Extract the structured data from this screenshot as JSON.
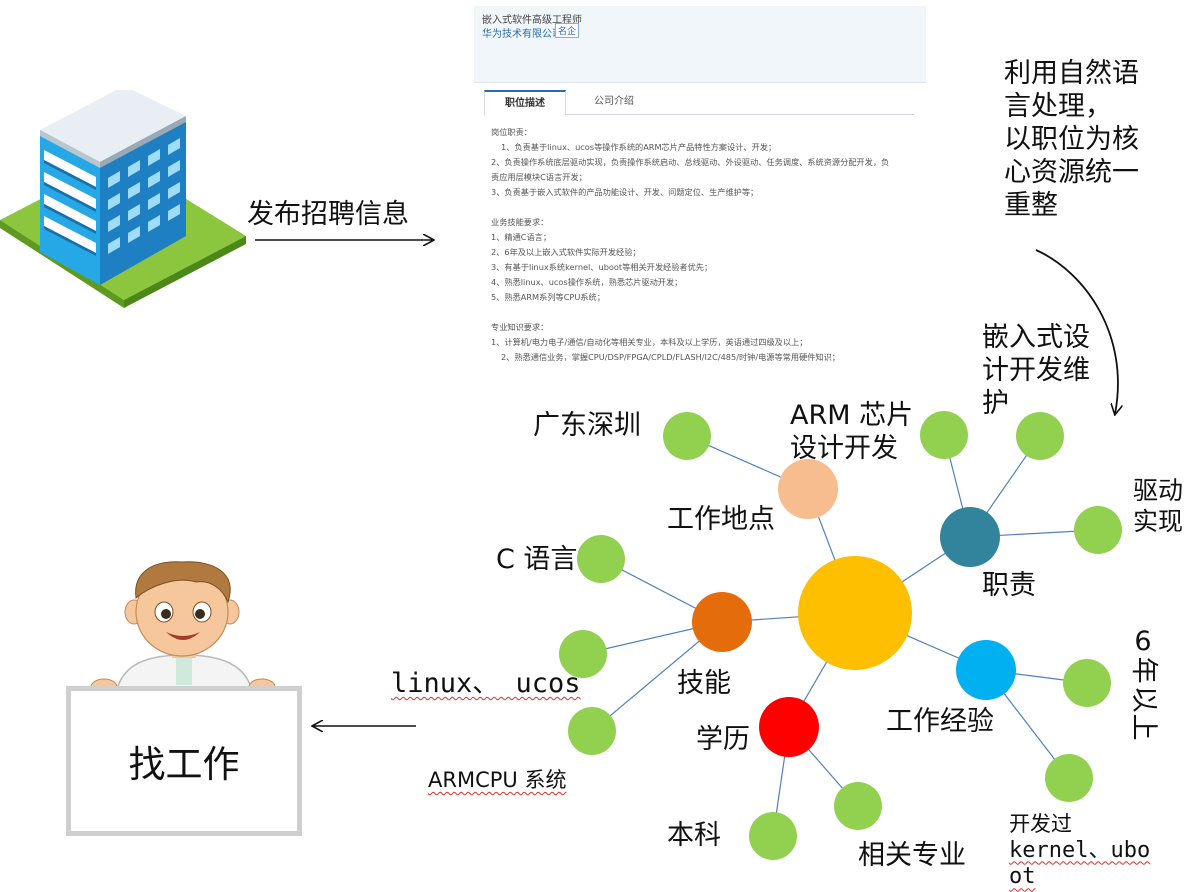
{
  "publish_label": "发布招聘信息",
  "nlp_note": [
    "利用自然语",
    "言处理，",
    "以职位为核",
    "心资源统一",
    "重整"
  ],
  "find_job_label": "找工作",
  "linux_ucos_label": "linux、 ucos",
  "armcpu_label": "ARMCPU 系统",
  "job_post": {
    "title": "嵌入式软件高级工程师",
    "company": "华为技术有限公司",
    "badge": "名企",
    "tabs": [
      "职位描述",
      "公司介绍"
    ],
    "body": [
      {
        "t": "岗位职责：",
        "k": "p"
      },
      {
        "t": "1、负责基于linux、ucos等操作系统的ARM芯片产品特性方案设计、开发；",
        "k": "ind"
      },
      {
        "t": "2、负责操作系统底层驱动实现，负责操作系统启动、总线驱动、外设驱动、任务调度、系统资源分配开发，负",
        "k": "p"
      },
      {
        "t": "责应用层模块C语言开发；",
        "k": "p"
      },
      {
        "t": "3、负责基于嵌入式软件的产品功能设计、开发、问题定位、生产维护等；",
        "k": "p"
      },
      {
        "t": "",
        "k": "gap"
      },
      {
        "t": "业务技能要求：",
        "k": "p"
      },
      {
        "t": "1、精通C语言；",
        "k": "p"
      },
      {
        "t": "2、6年及以上嵌入式软件实际开发经验；",
        "k": "p"
      },
      {
        "t": "3、有基于linux系统kernel、uboot等相关开发经验者优先；",
        "k": "p"
      },
      {
        "t": "4、熟悉linux、ucos操作系统，熟悉芯片驱动开发；",
        "k": "p"
      },
      {
        "t": "5、熟悉ARM系列等CPU系统；",
        "k": "p"
      },
      {
        "t": "",
        "k": "gap"
      },
      {
        "t": "专业知识要求：",
        "k": "p"
      },
      {
        "t": "1、计算机/电力电子/通信/自动化等相关专业，本科及以上学历，英语通过四级及以上；",
        "k": "p"
      },
      {
        "t": "2、熟悉通信业务，掌握CPU/DSP/FPGA/CPLD/FLASH/I2C/485/时钟/电源等常用硬件知识；",
        "k": "ind"
      }
    ]
  },
  "graph": {
    "center": {
      "label": "",
      "color": "#fdbf00"
    },
    "nodes": [
      {
        "id": "work-location",
        "label": "工作地点",
        "color": "#f8bd8e"
      },
      {
        "id": "duty",
        "label": "职责",
        "color": "#31849b"
      },
      {
        "id": "skill",
        "label": "技能",
        "color": "#e46c0a"
      },
      {
        "id": "education",
        "label": "学历",
        "color": "#ff0000"
      },
      {
        "id": "experience",
        "label": "工作经验",
        "color": "#00b0f0"
      }
    ],
    "leaves": [
      {
        "id": "guangdong",
        "label": "广东深圳"
      },
      {
        "id": "embedded-design",
        "label": "嵌入式设计开发维护"
      },
      {
        "id": "arm-chip",
        "label": "ARM 芯片设计开发"
      },
      {
        "id": "driver",
        "label": "驱动实现"
      },
      {
        "id": "c-lang",
        "label": "C 语言"
      },
      {
        "id": "bachelor",
        "label": "本科"
      },
      {
        "id": "major",
        "label": "相关专业"
      },
      {
        "id": "six-years",
        "label": "6年以上"
      },
      {
        "id": "kernel-uboot",
        "label": "开发过kernel、uboot"
      }
    ],
    "leaf_color": "#92d050"
  },
  "kernel_lines": [
    "开发过",
    "kernel、ubo",
    "ot"
  ],
  "embedded_lines": [
    "嵌入式设",
    "计开发维",
    "护"
  ],
  "arm_lines": [
    "ARM 芯片",
    "设计开发"
  ],
  "driver_lines": [
    "驱动",
    "实现"
  ],
  "six_years_chars": [
    "6",
    "年",
    "以",
    "上"
  ]
}
